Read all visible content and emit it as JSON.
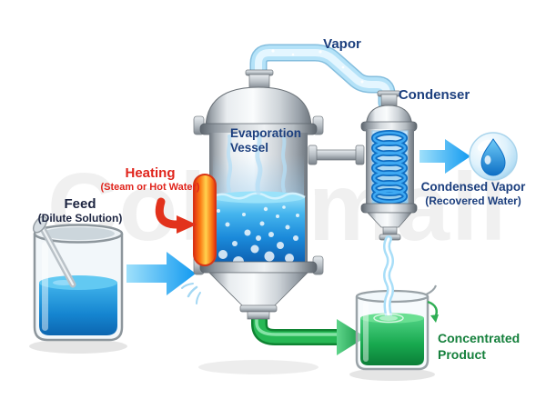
{
  "diagram": {
    "type": "process-flow",
    "subject": "Evaporation process",
    "labels": {
      "vapor": "Vapor",
      "condenser": "Condenser",
      "evaporation_vessel": "Evaporation Vessel",
      "heating": "Heating",
      "heating_sub": "(Steam or Hot Water)",
      "feed": "Feed",
      "feed_sub": "(Dilute Solution)",
      "condensed_vapor": "Condensed Vapor",
      "condensed_vapor_sub": "(Recovered Water)",
      "concentrated_product": "Concentrated Product"
    },
    "colors": {
      "label_navy": "#1c3f7e",
      "label_red": "#e0241c",
      "label_green": "#15803c",
      "label_dark": "#1c2440",
      "feed_liquid": "#1585d0",
      "vessel_liquid": "#1b8ada",
      "product_liquid": "#17a24c",
      "vapor_pipe": "#b4e2f8",
      "heater_orange": "#fb7d15",
      "arrow_blue": "#129af0",
      "arrow_green": "#16a34a"
    },
    "watermark": "Colormall"
  }
}
